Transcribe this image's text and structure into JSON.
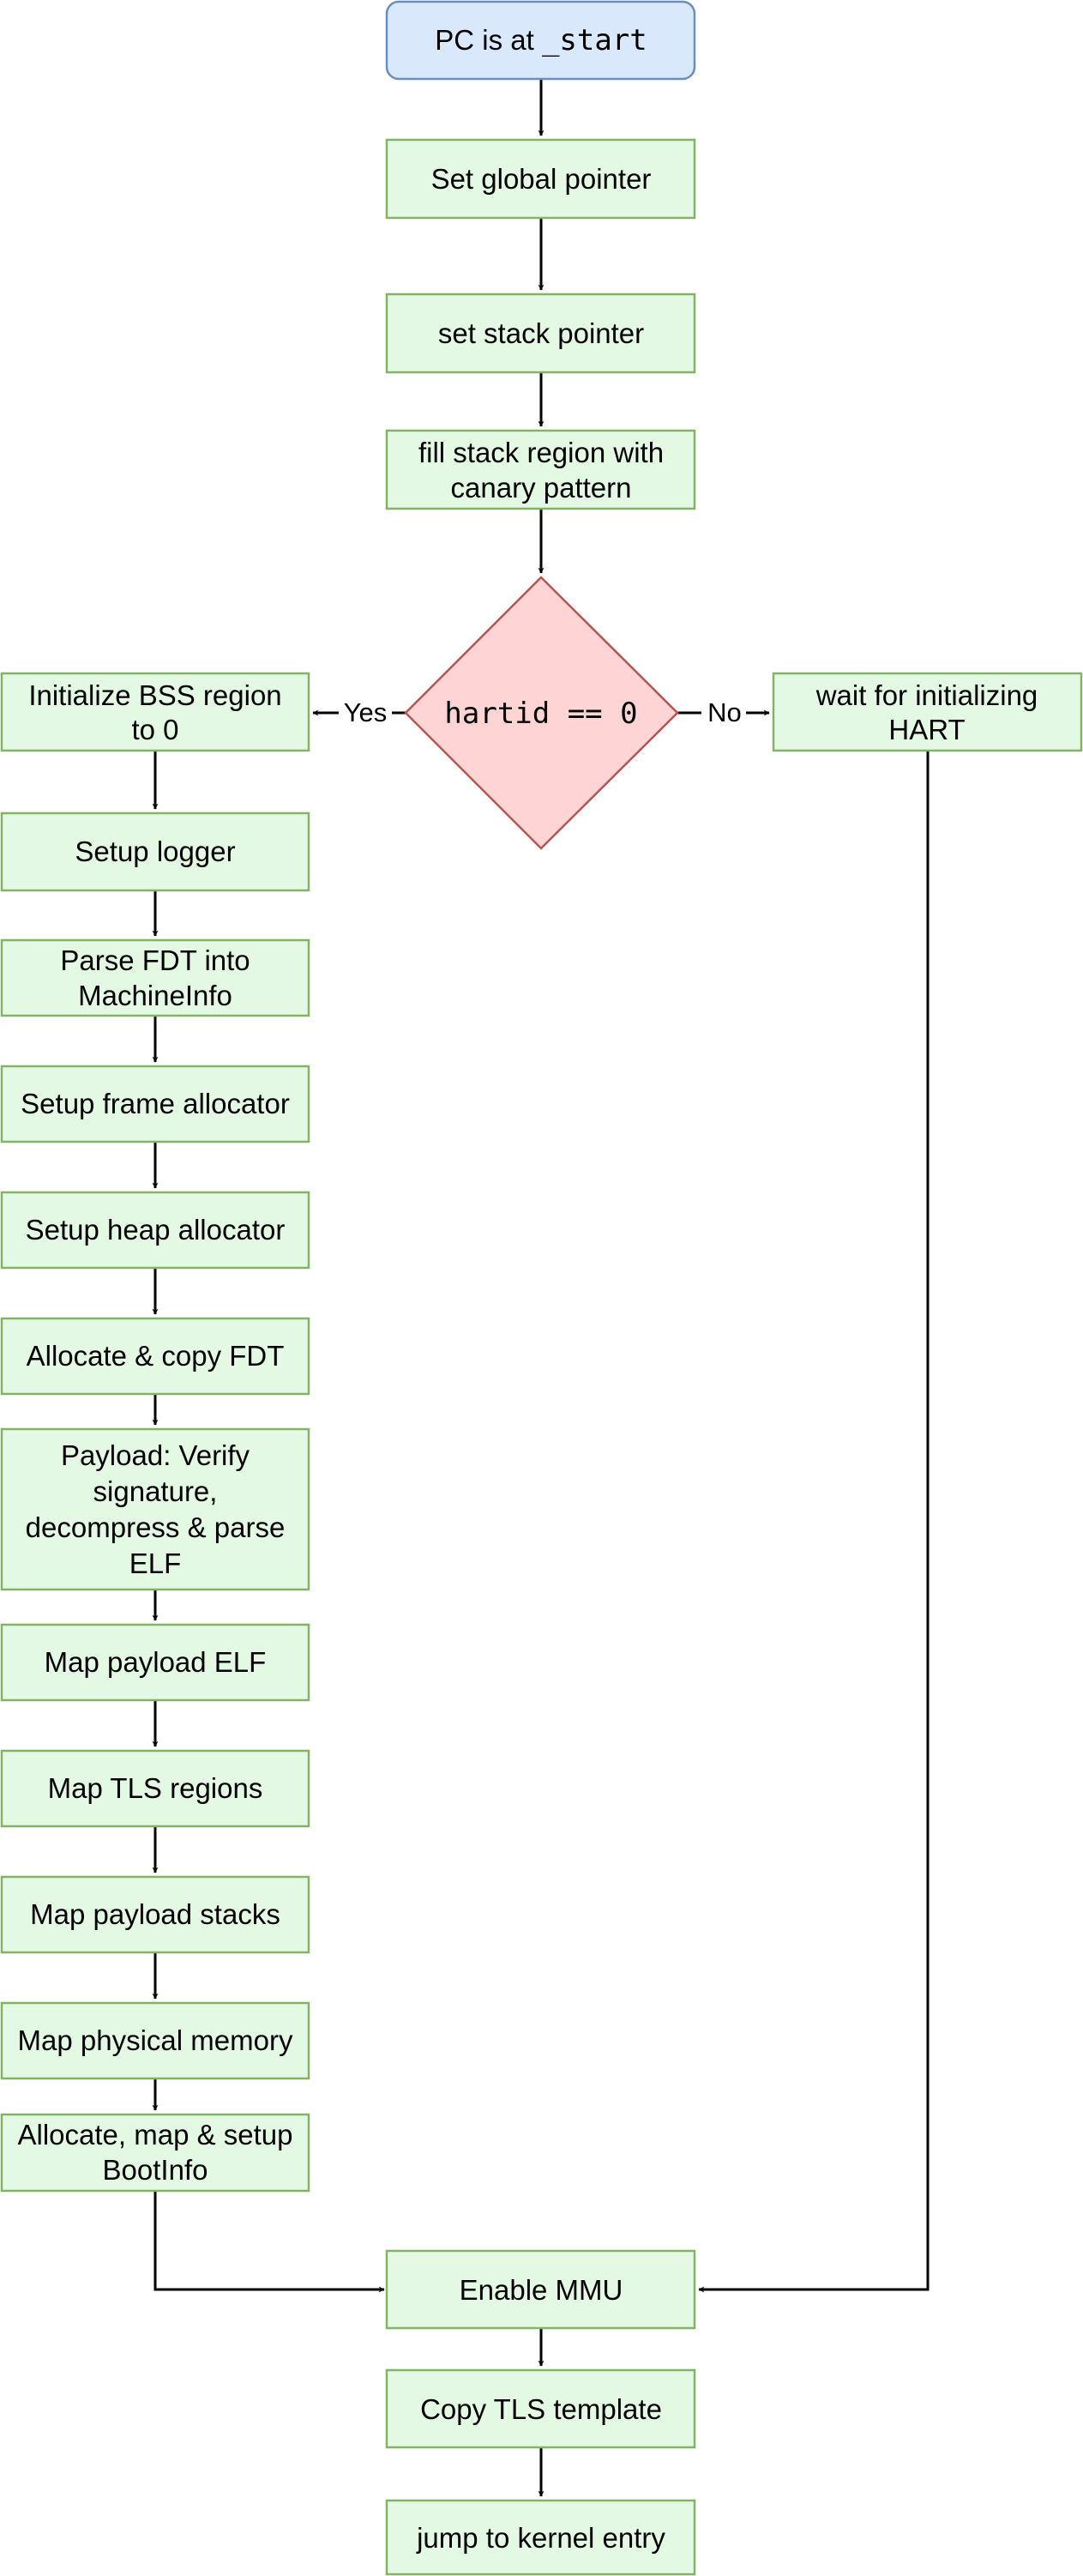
{
  "diagram": {
    "colors": {
      "start_fill": "#dae8fc",
      "start_stroke": "#6c8ebf",
      "process_fill": "#e4f9e4",
      "process_stroke": "#82b366",
      "decision_fill": "#ffd4d4",
      "decision_stroke": "#b85450",
      "edge": "#000000"
    },
    "start": {
      "prefix": "PC is at ",
      "code": "_start"
    },
    "steps": {
      "set_gp": "Set global pointer",
      "set_sp": "set stack pointer",
      "fill_stack_1": "fill stack region with",
      "fill_stack_2": "canary pattern",
      "wait_1": "wait for initializing",
      "wait_2": "HART",
      "init_bss_1": "Initialize BSS region",
      "init_bss_2": "to 0",
      "setup_logger": "Setup logger",
      "parse_fdt_1": "Parse FDT into",
      "parse_fdt_2": "MachineInfo",
      "frame_alloc": "Setup frame allocator",
      "heap_alloc": "Setup heap allocator",
      "copy_fdt": "Allocate & copy FDT",
      "payload_1": "Payload: Verify",
      "payload_2": "signature,",
      "payload_3": "decompress & parse",
      "payload_4": "ELF",
      "map_elf": "Map payload ELF",
      "map_tls": "Map TLS regions",
      "map_stacks": "Map payload stacks",
      "map_phys": "Map physical memory",
      "bootinfo_1": "Allocate, map & setup",
      "bootinfo_2": "BootInfo",
      "enable_mmu": "Enable MMU",
      "copy_tls": "Copy TLS template",
      "jump_kernel": "jump to kernel entry"
    },
    "decision": {
      "label": "hartid == 0",
      "yes": "Yes",
      "no": "No"
    }
  }
}
